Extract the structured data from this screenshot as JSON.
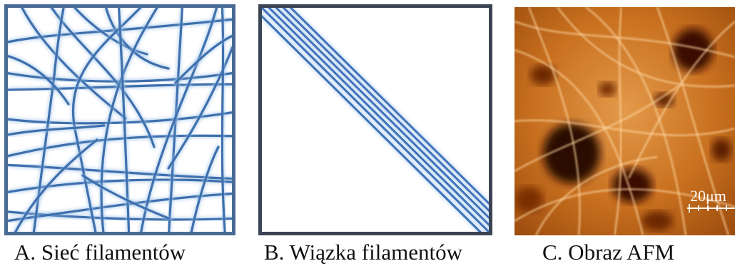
{
  "panels": [
    {
      "id": "A",
      "caption": "A. Sieć filamentów",
      "frame_color": "#4a6a96",
      "filament_color": "#3f70ad"
    },
    {
      "id": "B",
      "caption": "B. Wiązka filamentów",
      "frame_color": "#3b4454",
      "filament_color": "#3d72b8"
    },
    {
      "id": "C",
      "caption": "C. Obraz AFM",
      "scale_bar_label": "20μm"
    }
  ]
}
